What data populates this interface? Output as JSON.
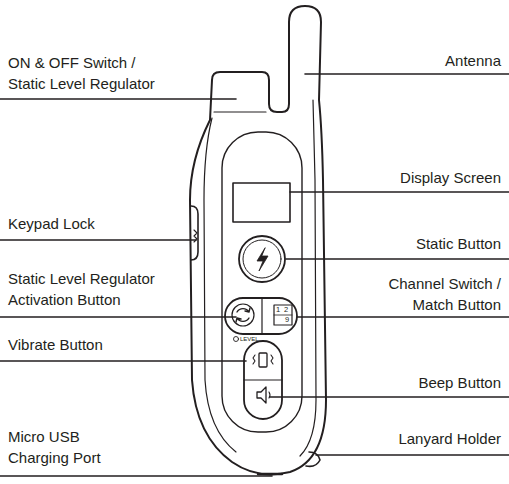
{
  "diagram": {
    "labels": [
      "ON & OFF Switch / Static Level Regulator",
      "Antenna",
      "Display Screen",
      "Keypad Lock",
      "Static Button",
      "Static Level Regulator Activation Button",
      "Channel Switch / Match Button",
      "Vibrate Button",
      "Beep Button",
      "Micro USB Charging Port",
      "Lanyard Holder",
      "LEVEL",
      "1",
      "2",
      "9"
    ]
  }
}
